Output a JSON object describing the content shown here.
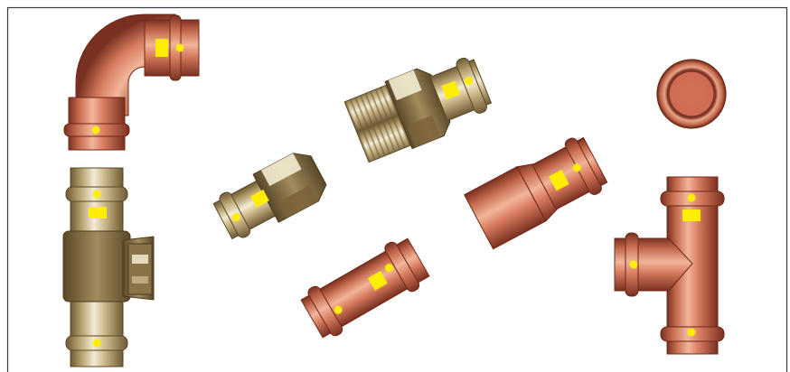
{
  "colors": {
    "background": "#ffffff",
    "frame": "#3a3a3a",
    "copper_light": "#f2b59a",
    "copper_mid": "#d87c60",
    "copper_base": "#c46a4d",
    "copper_dark": "#7a3020",
    "brass_light": "#f3ecd2",
    "brass_mid": "#cdb88a",
    "brass_base": "#b39d6b",
    "brass_dark": "#6e5a35",
    "marker_yellow": "#ffee00"
  },
  "fittings": [
    {
      "name": "copper-elbow-90",
      "material": "copper",
      "kind": "elbow"
    },
    {
      "name": "brass-tee-female-branch",
      "material": "brass",
      "kind": "tee"
    },
    {
      "name": "brass-female-adapter",
      "material": "brass",
      "kind": "female-adapter"
    },
    {
      "name": "brass-male-adapter",
      "material": "brass",
      "kind": "male-adapter"
    },
    {
      "name": "copper-coupling",
      "material": "copper",
      "kind": "coupling"
    },
    {
      "name": "copper-reducer",
      "material": "copper",
      "kind": "reducer"
    },
    {
      "name": "copper-end-cap",
      "material": "copper",
      "kind": "cap"
    },
    {
      "name": "copper-tee",
      "material": "copper",
      "kind": "tee"
    }
  ]
}
